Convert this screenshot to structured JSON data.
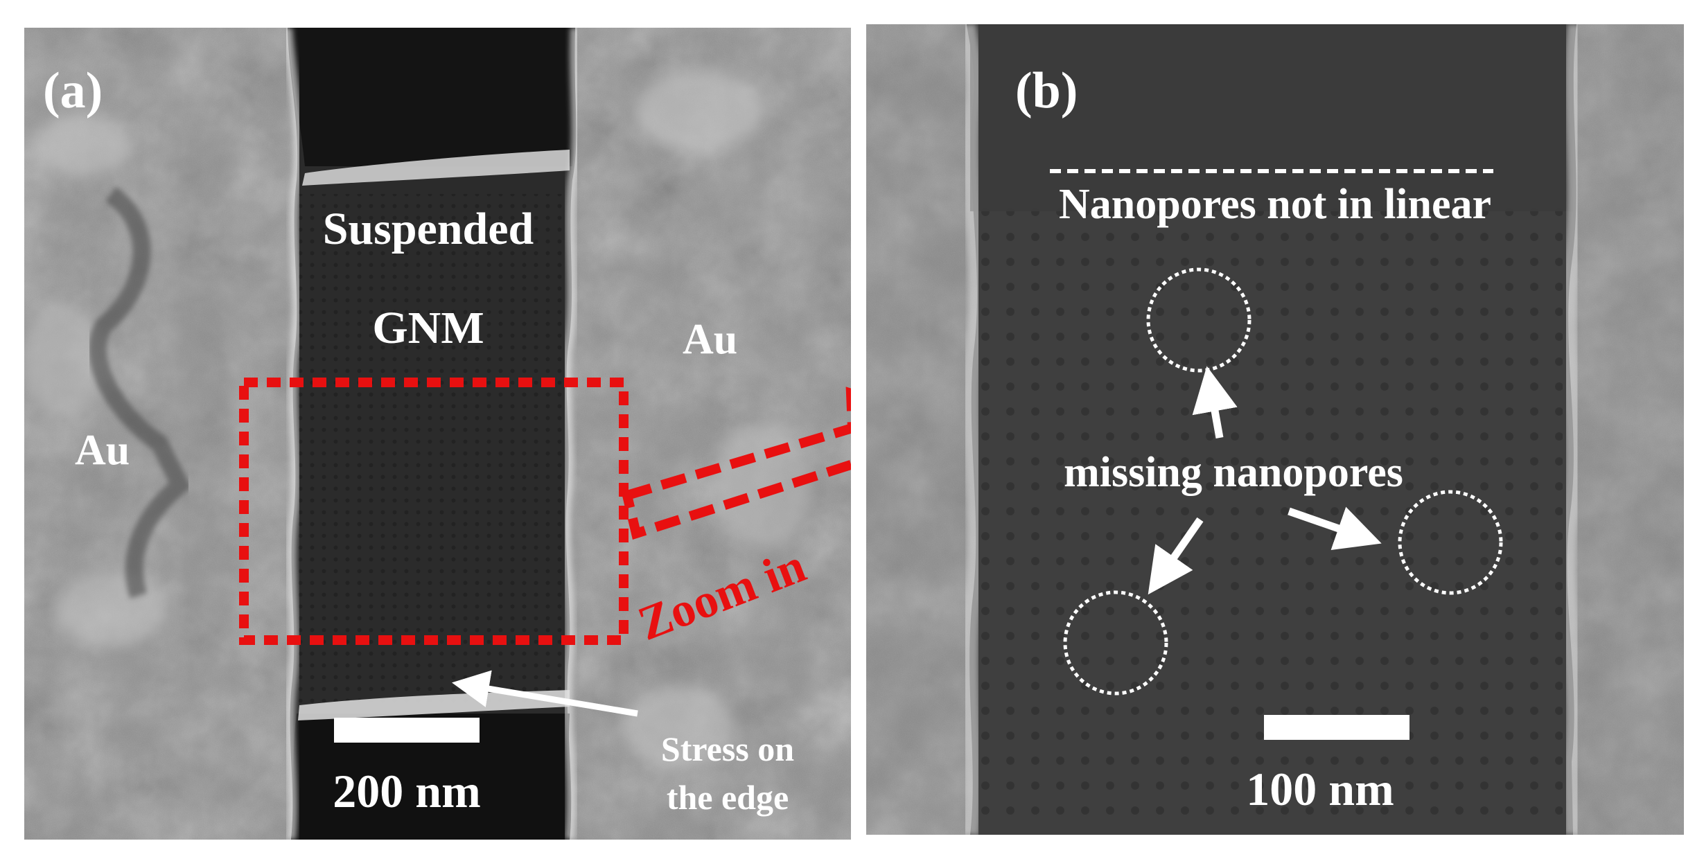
{
  "panel_a": {
    "label": "(a)",
    "text_suspended": "Suspended",
    "text_gnm": "GNM",
    "text_au_left": "Au",
    "text_au_right": "Au",
    "text_zoom": "Zoom in",
    "text_stress_line1": "Stress on",
    "text_stress_line2": "the edge",
    "scale_label": "200 nm"
  },
  "panel_b": {
    "label": "(b)",
    "text_nonlinear": "Nanopores not in linear",
    "text_missing": "missing nanopores",
    "scale_label": "100 nm"
  },
  "colors": {
    "highlight": "#e81010",
    "label": "#ffffff",
    "gold_film": "#8c8c8c",
    "membrane": "#3a3a3a",
    "gap": "#151515"
  }
}
